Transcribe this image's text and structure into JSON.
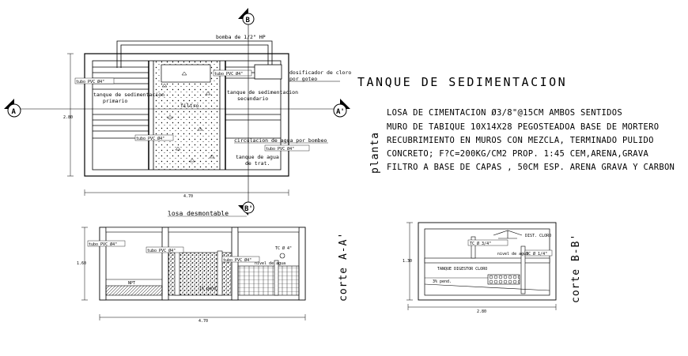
{
  "title": "TANQUE   DE SEDIMENTACION",
  "view_labels": {
    "planta": "planta",
    "corte_aa": "corte A-A'",
    "corte_bb": "corte B-B'"
  },
  "specifications": [
    "LOSA DE CIMENTACION Ø3/8\"@15CM AMBOS SENTIDOS",
    "MURO DE TABIQUE 10X14X28 PEGOSTEADOA BASE DE  MORTERO",
    "RECUBRIMIENTO EN MUROS CON MEZCLA, TERMINADO PULIDO",
    "CONCRETO; F?C=200KG/CM2 PROP. 1:45 CEM,ARENA,GRAVA",
    "FILTRO A BASE DE CAPAS , 50CM ESP. ARENA GRAVA Y CARBON"
  ],
  "section_markers": {
    "a_left": "A",
    "a_right": "A'",
    "b_top": "B",
    "b_bottom": "B'"
  },
  "plan_labels": {
    "bomba": "bomba de 1/2\" HP",
    "dosificador_1": "dosificador de cloro",
    "dosificador_2": "por goteo",
    "tubo_1": "tubo PVC Ø4\"",
    "tubo_2": "tubo PVC Ø4\"",
    "tubo_3": "tubo PVC Ø4\"",
    "tubo_4": "tubo PVC Ø4\"",
    "tanque_primario_1": "tanque de sedimentacion",
    "tanque_primario_2": "primario",
    "filtro": "filtro",
    "tanque_secundario_1": "tanque de sedimentacion",
    "tanque_secundario_2": "secundario",
    "circulacion": "circulacion de agua por bombeo",
    "tanque_agua_1": "tanque de agua",
    "tanque_agua_2": "de trat.",
    "dim_width": "4.70",
    "dim_height": "2.80"
  },
  "section_aa_labels": {
    "losa": "losa desmontable",
    "tubo_1": "tubo PVC Ø4\"",
    "tubo_2": "tubo PVC Ø4\"",
    "tubo_3": "tubo PVC Ø4\"",
    "tc": "TC Ø 4\"",
    "npt": "NPT",
    "nivel": "nivel de agua",
    "pend": "1% pend.",
    "dim_width": "4.70",
    "dim_height": "1.60"
  },
  "section_bb_labels": {
    "dist_cloro": "DIST. CLORO",
    "tc_1": "TC Ø 3/4\"",
    "tc_2": "TC Ø 1/4\"",
    "nivel": "nivel de agua",
    "tanque_digestor": "TANQUE DIGESTOR CLORO",
    "pend": "3% pend.",
    "dim_width": "2.80",
    "dim_height": "1.30"
  }
}
